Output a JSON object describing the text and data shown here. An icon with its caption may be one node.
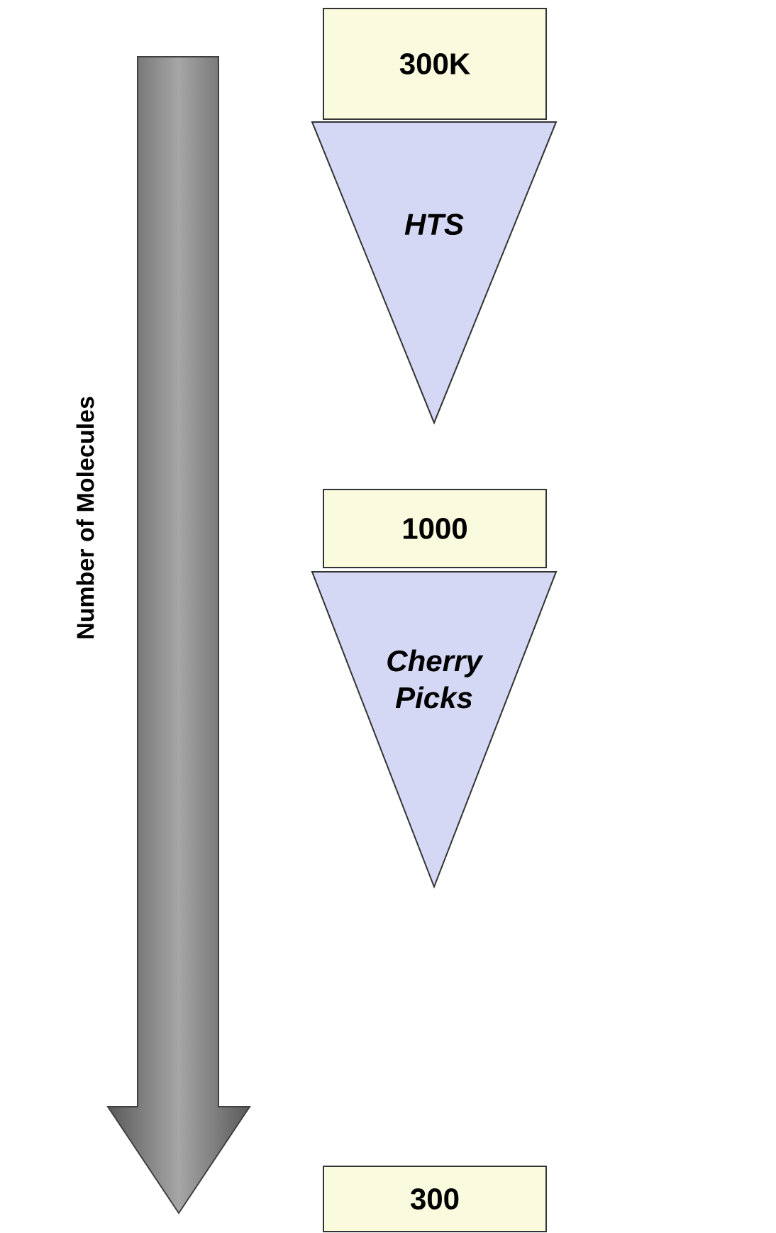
{
  "diagram": {
    "nodes": [
      {
        "text": [
          "300K"
        ]
      },
      {
        "text": [
          "HTS"
        ]
      },
      {
        "text": [
          "1000"
        ]
      },
      {
        "text": [
          "Cherry Picks"
        ]
      },
      {
        "text": [
          "300"
        ]
      }
    ],
    "labels": [
      "Number of Molecules"
    ]
  }
}
